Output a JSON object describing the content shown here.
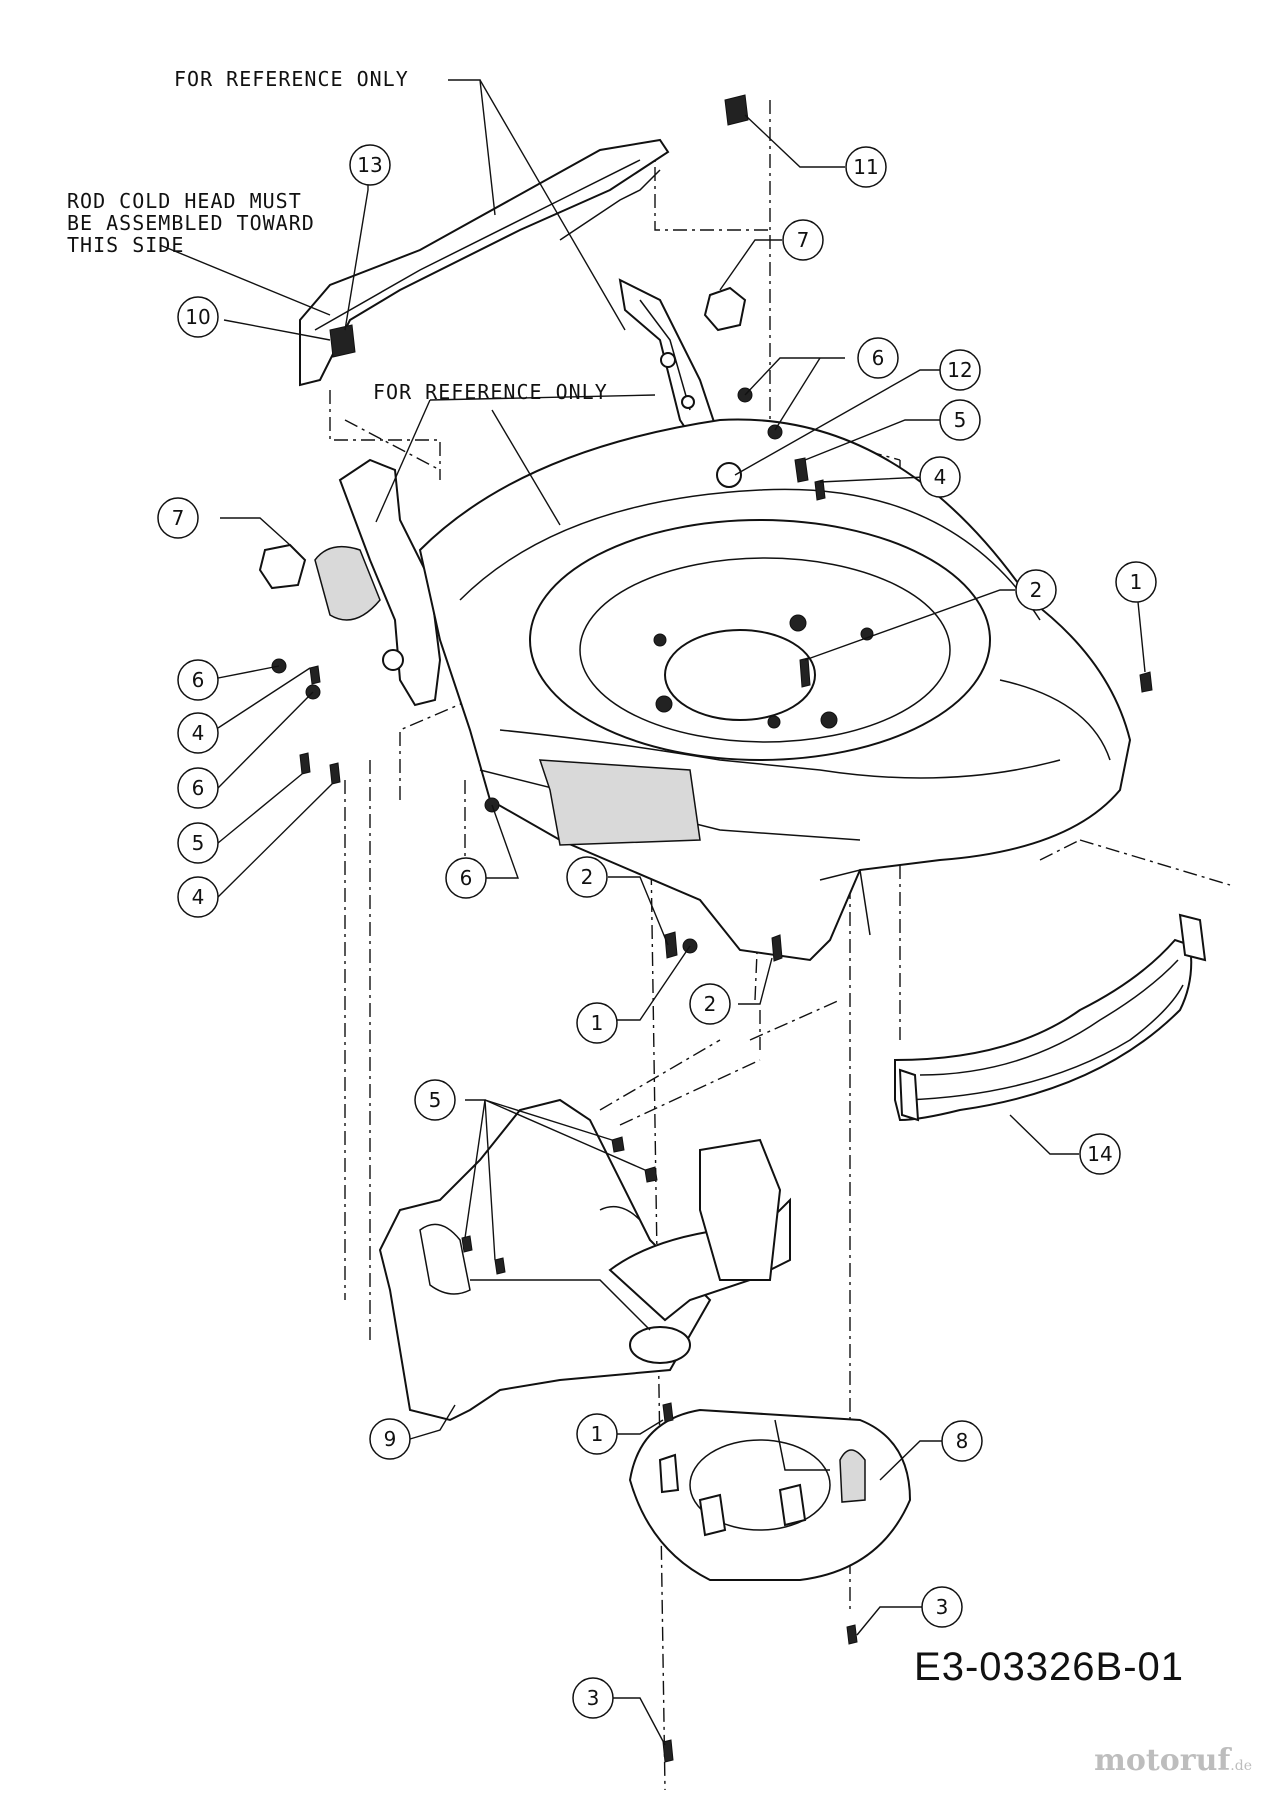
{
  "notes": {
    "reference_top": "FOR REFERENCE ONLY",
    "reference_middle": "FOR REFERENCE ONLY",
    "rod_line1": "ROD COLD HEAD MUST",
    "rod_line2": "BE ASSEMBLED TOWARD",
    "rod_line3": "THIS SIDE"
  },
  "callouts": [
    "1",
    "1",
    "1",
    "1",
    "2",
    "2",
    "2",
    "3",
    "3",
    "3",
    "4",
    "4",
    "4",
    "4",
    "5",
    "5",
    "5",
    "5",
    "6",
    "6",
    "6",
    "6",
    "7",
    "7",
    "8",
    "9",
    "10",
    "11",
    "12",
    "13",
    "14"
  ],
  "drawing_number": "E3-03326B-01",
  "watermark": {
    "name": "motoruf",
    "tld": ".de"
  }
}
